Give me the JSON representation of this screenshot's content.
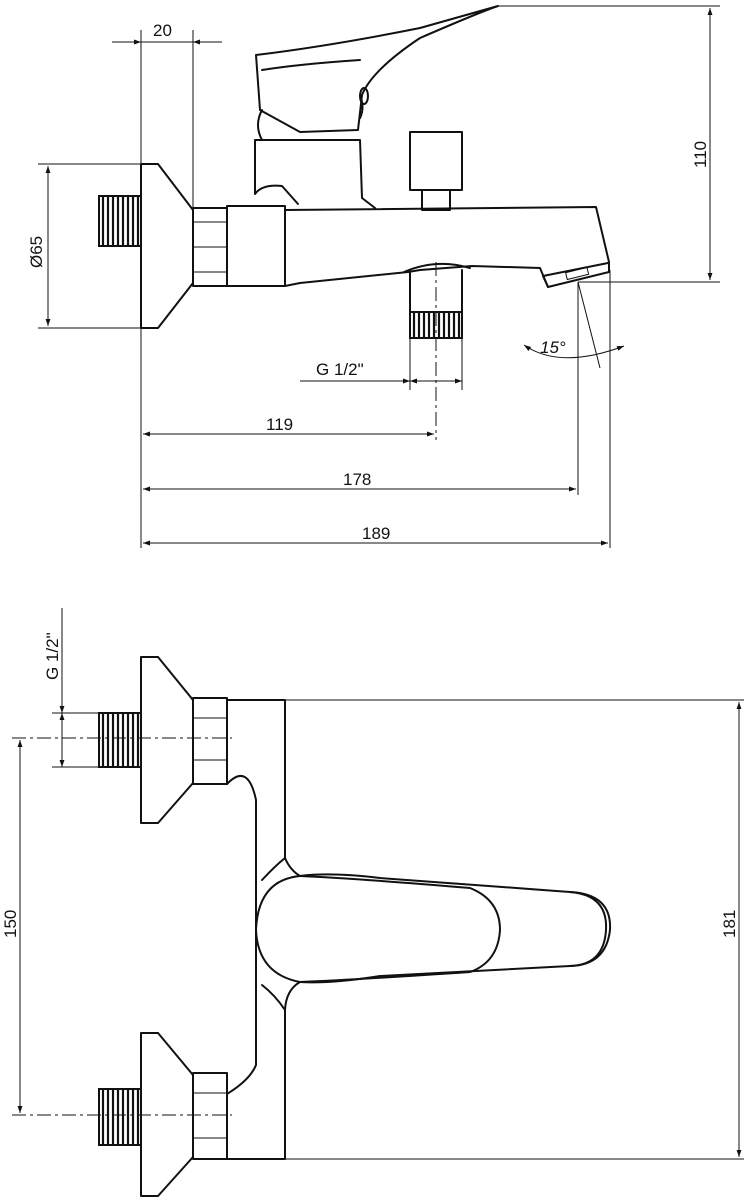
{
  "top_view": {
    "dimensions": {
      "flange_offset": "20",
      "flange_diameter": "Ø65",
      "height": "110",
      "outlet_thread": "G 1/2\"",
      "outlet_angle": "15°",
      "to_outlet": "119",
      "to_spout": "178",
      "overall_length": "189"
    }
  },
  "front_view": {
    "dimensions": {
      "inlet_thread": "G 1/2\"",
      "inlet_spacing": "150",
      "overall_height": "181"
    }
  }
}
